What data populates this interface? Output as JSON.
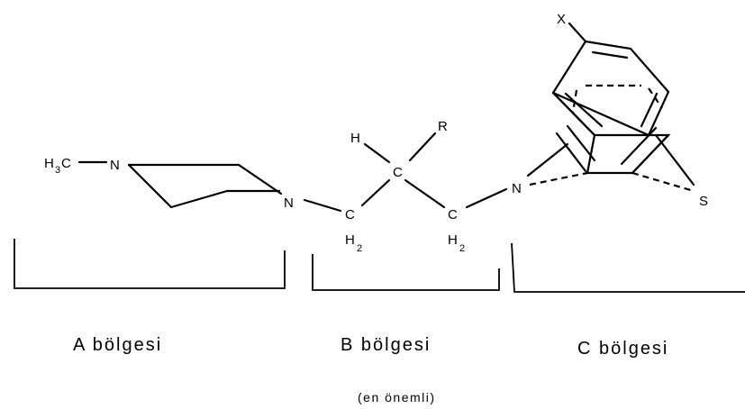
{
  "atoms": {
    "methyl_H": "H",
    "methyl_sub": "3",
    "methyl_C": "C",
    "n_piperazine_1": "N",
    "n_piperazine_2": "N",
    "c1_H2": "H",
    "c1_sub": "2",
    "c1": "C",
    "c2": "C",
    "c2_H": "H",
    "c2_R": "R",
    "c3": "C",
    "c3_H2": "H",
    "c3_sub": "2",
    "n_ring": "N",
    "sulfur": "S",
    "x_sub": "X"
  },
  "regions": {
    "a": "A bölgesi",
    "b": "B bölgesi",
    "c": "C bölgesi",
    "b_note": "(en önemli)"
  }
}
